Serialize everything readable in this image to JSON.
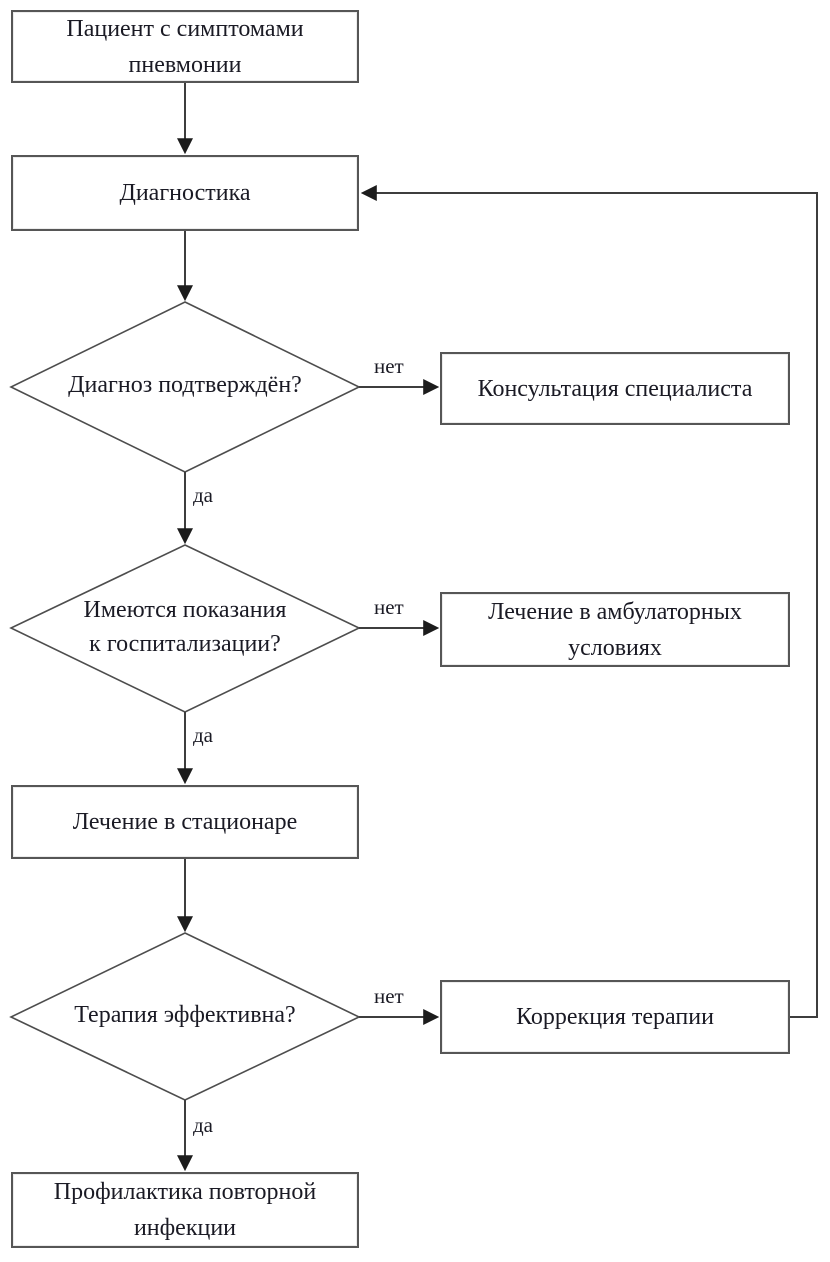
{
  "diagram": {
    "type": "flowchart",
    "language": "ru",
    "nodes": {
      "patient": {
        "shape": "rect",
        "label": "Пациент с симптомами\nпневмонии"
      },
      "diagnostics": {
        "shape": "rect",
        "label": "Диагностика"
      },
      "diagnosis_confirmed": {
        "shape": "diamond",
        "label": "Диагноз подтверждён?"
      },
      "specialist_consultation": {
        "shape": "rect",
        "label": "Консультация специалиста"
      },
      "hospitalization_indicated": {
        "shape": "diamond",
        "label": "Имеются показания\nк госпитализации?"
      },
      "outpatient_treatment": {
        "shape": "rect",
        "label": "Лечение в амбулаторных\nусловиях"
      },
      "inpatient_treatment": {
        "shape": "rect",
        "label": "Лечение в стационаре"
      },
      "therapy_effective": {
        "shape": "diamond",
        "label": "Терапия эффективна?"
      },
      "therapy_correction": {
        "shape": "rect",
        "label": "Коррекция терапии"
      },
      "reinfection_prevention": {
        "shape": "rect",
        "label": "Профилактика повторной\nинфекции"
      }
    },
    "edge_labels": {
      "yes": "да",
      "no": "нет"
    },
    "edges": [
      {
        "from": "patient",
        "to": "diagnostics"
      },
      {
        "from": "diagnostics",
        "to": "diagnosis_confirmed"
      },
      {
        "from": "diagnosis_confirmed",
        "to": "specialist_consultation",
        "label": "нет"
      },
      {
        "from": "diagnosis_confirmed",
        "to": "hospitalization_indicated",
        "label": "да"
      },
      {
        "from": "hospitalization_indicated",
        "to": "outpatient_treatment",
        "label": "нет"
      },
      {
        "from": "hospitalization_indicated",
        "to": "inpatient_treatment",
        "label": "да"
      },
      {
        "from": "inpatient_treatment",
        "to": "therapy_effective"
      },
      {
        "from": "therapy_effective",
        "to": "therapy_correction",
        "label": "нет"
      },
      {
        "from": "therapy_effective",
        "to": "reinfection_prevention",
        "label": "да"
      },
      {
        "from": "therapy_correction",
        "to": "diagnostics"
      }
    ],
    "colors": {
      "background": "#ffffff",
      "box_fill": "#ffffff",
      "box_border": "#565656",
      "line": "#3d3d3d",
      "arrowhead": "#1c1c1c",
      "text": "#1a1a24"
    }
  }
}
